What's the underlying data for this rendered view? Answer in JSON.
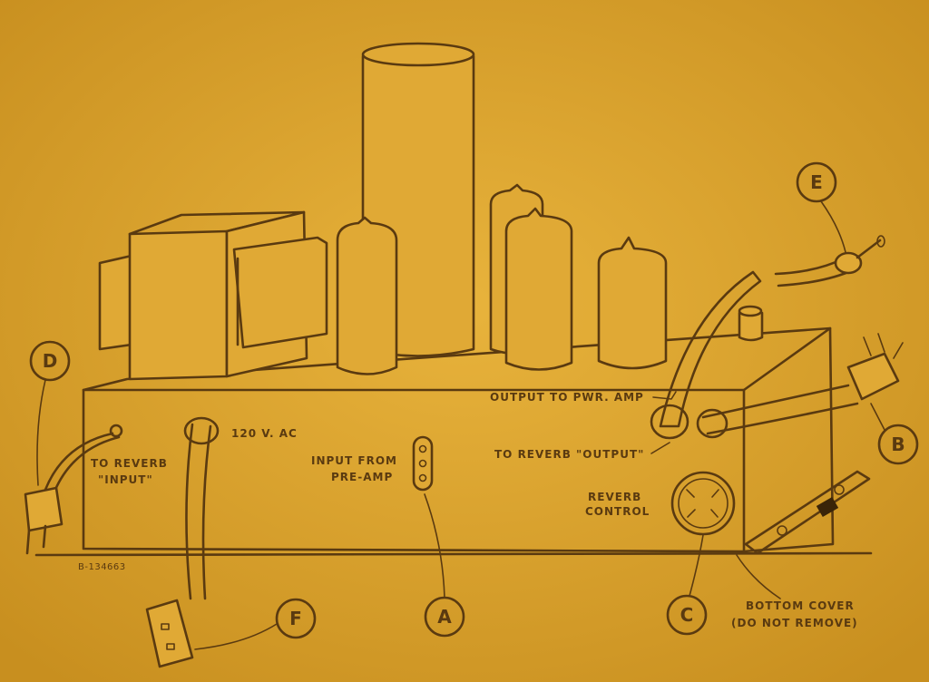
{
  "labels": {
    "output_to_pwr_amp": "OUTPUT TO PWR. AMP",
    "to_reverb_output": "TO REVERB \"OUTPUT\"",
    "to_reverb_input_1": "TO REVERB",
    "to_reverb_input_2": "\"INPUT\"",
    "volts": "120 V. AC",
    "input_from_1": "INPUT FROM",
    "input_from_2": "PRE-AMP",
    "reverb_control_1": "REVERB",
    "reverb_control_2": "CONTROL",
    "bottom_cover_1": "BOTTOM COVER",
    "bottom_cover_2": "(DO NOT REMOVE)",
    "part_number": "B-134663"
  },
  "callouts": {
    "a": "A",
    "b": "B",
    "c": "C",
    "d": "D",
    "e": "E",
    "f": "F"
  },
  "colors": {
    "paper": "#d9a12c",
    "ink": "#5a3a10"
  }
}
